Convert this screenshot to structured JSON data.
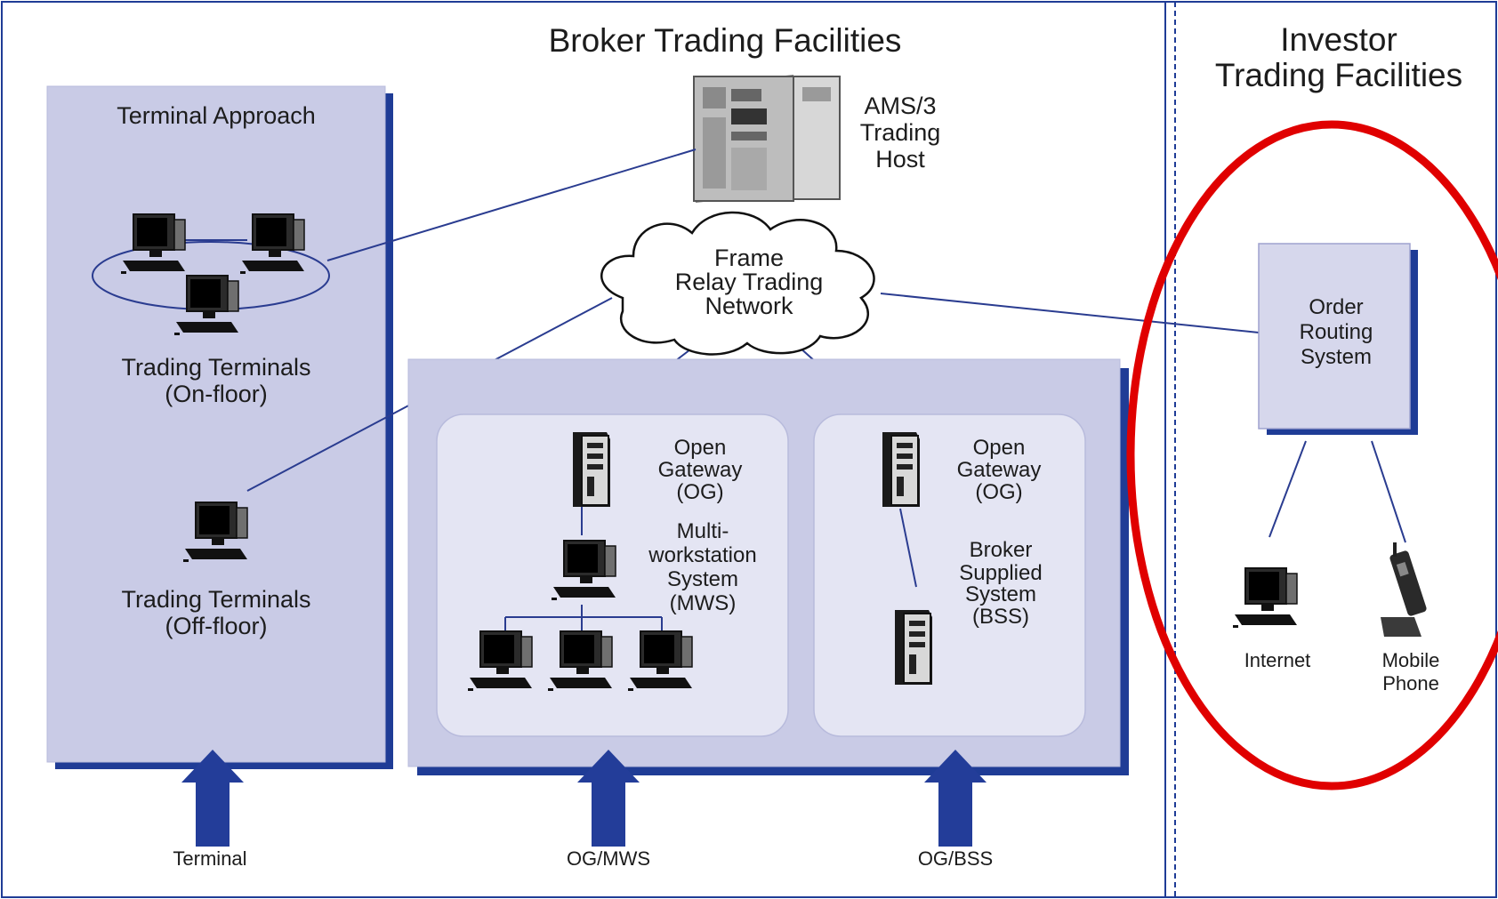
{
  "broker_section": {
    "title": "Broker Trading Facilities"
  },
  "investor_section": {
    "title_lines": [
      "Investor",
      "Trading Facilities"
    ]
  },
  "terminal_approach": {
    "title": "Terminal Approach",
    "on_floor_lines": [
      "Trading Terminals",
      "(On-floor)"
    ],
    "off_floor_lines": [
      "Trading Terminals",
      "(Off-floor)"
    ]
  },
  "host": {
    "lines": [
      "AMS/3",
      "Trading",
      "Host"
    ]
  },
  "network": {
    "lines": [
      "Frame",
      "Relay Trading",
      "Network"
    ]
  },
  "og_mws": {
    "og_lines": [
      "Open",
      "Gateway",
      "(OG)"
    ],
    "mws_lines": [
      "Multi-",
      "workstation",
      "System",
      "(MWS)"
    ]
  },
  "og_bss": {
    "og_lines": [
      "Open",
      "Gateway",
      "(OG)"
    ],
    "bss_lines": [
      "Broker",
      "Supplied",
      "System",
      "(BSS)"
    ]
  },
  "order_routing": {
    "lines": [
      "Order",
      "Routing",
      "System"
    ]
  },
  "devices": {
    "internet": "Internet",
    "mobile_lines": [
      "Mobile",
      "Phone"
    ]
  },
  "arrows": {
    "terminal": "Terminal",
    "og_mws": "OG/MWS",
    "og_bss": "OG/BSS"
  },
  "colors": {
    "frame": "#1f3c96",
    "panel": "#c9cbe6",
    "inner_panel": "#e4e5f3",
    "shadow": "#1f3c96",
    "arrow": "#233d99",
    "highlight": "#e00000",
    "link": "#2a3c90"
  }
}
